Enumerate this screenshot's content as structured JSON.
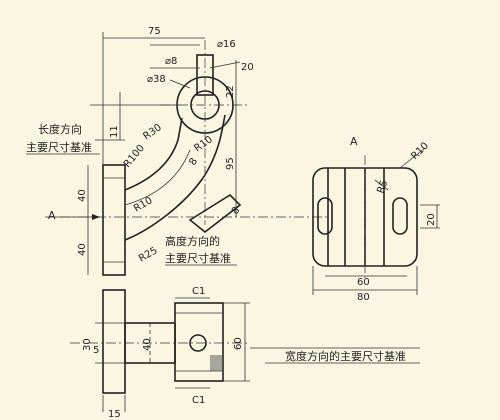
{
  "dims": {
    "d75": "75",
    "d16": "⌀16",
    "d8": "⌀8",
    "d20": "20",
    "d38": "⌀38",
    "d22": "22",
    "d11": "11",
    "r30": "R30",
    "r10a": "R10",
    "r100": "R100",
    "d8b": "8",
    "d95": "95",
    "d40a": "40",
    "d40b": "40",
    "r10b": "R10",
    "r25": "R25",
    "d8c": "8",
    "r10c": "R10",
    "r5": "R5",
    "d60": "60",
    "d80": "80",
    "c1a": "C1",
    "c1b": "C1",
    "d30": "30",
    "d5": "5",
    "d40c": "40",
    "d60b": "60",
    "d15": "15"
  },
  "labels": {
    "length_basis_line1": "长度方向",
    "length_basis_line2": "主要尺寸基准",
    "height_basis_line1": "高度方向的",
    "height_basis_line2": "主要尺寸基准",
    "width_basis": "宽度方向的主要尺寸基准",
    "view_a_left": "A",
    "view_a_title": "A"
  }
}
